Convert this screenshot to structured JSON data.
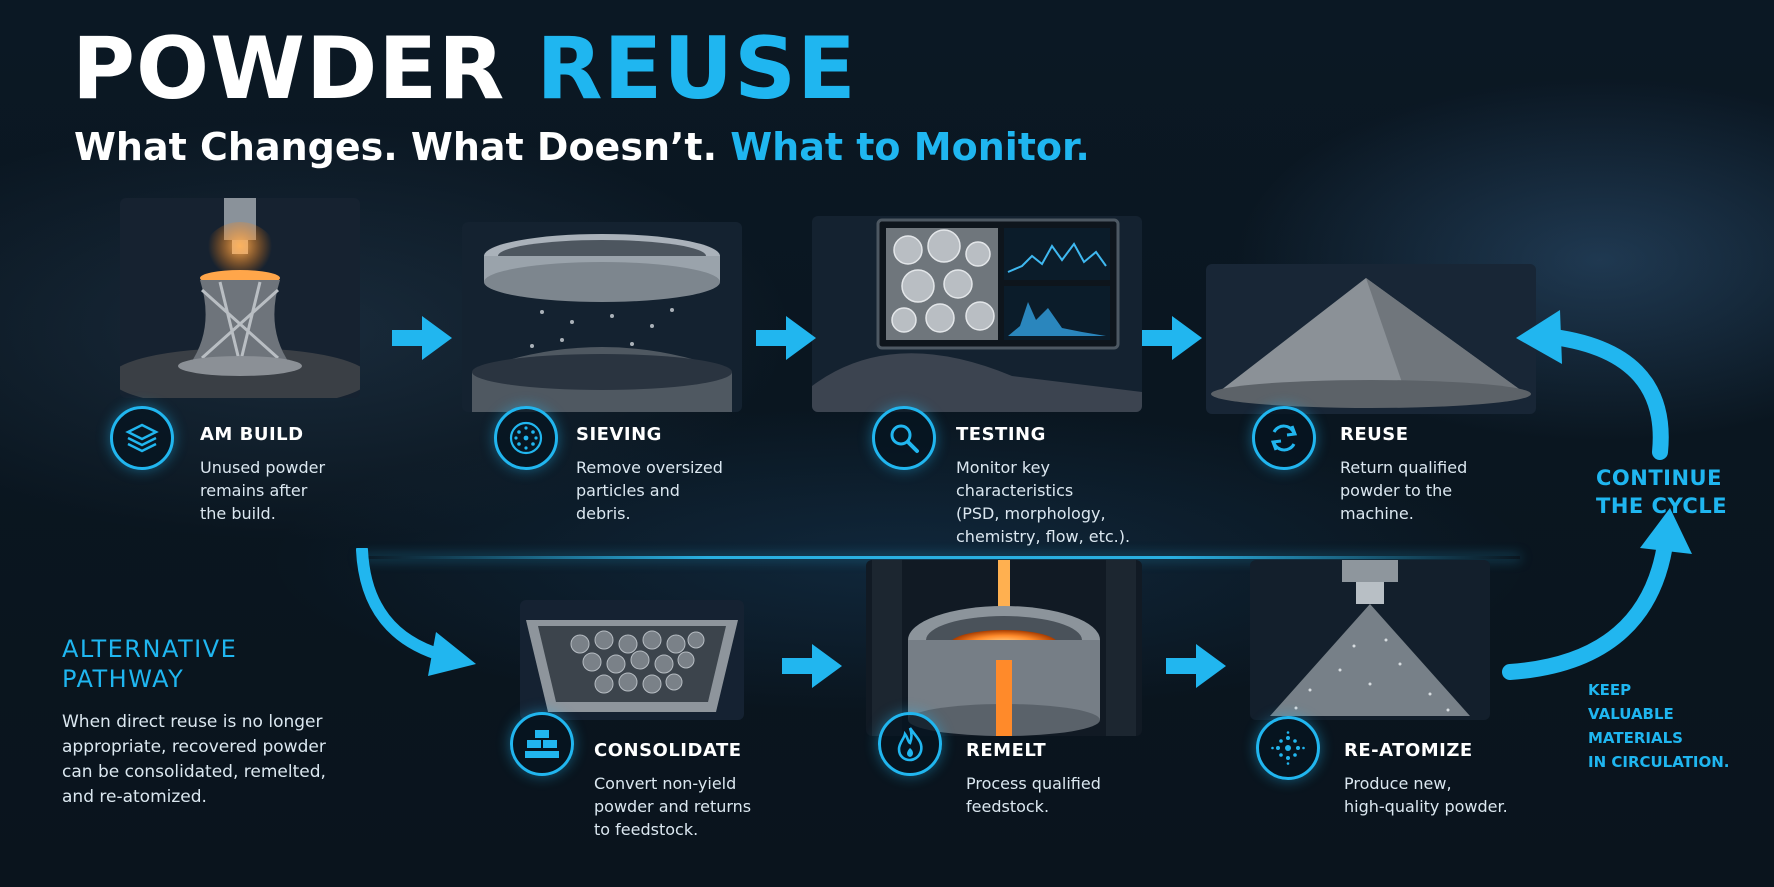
{
  "header": {
    "title_part1": "POWDER",
    "title_part2": "REUSE",
    "subtitle_part1": "What Changes. What Doesn’t.",
    "subtitle_part2": "What to Monitor."
  },
  "top_steps": [
    {
      "title": "AM BUILD",
      "icon": "layers-icon",
      "lines": [
        "Unused powder",
        "remains after",
        "the build."
      ]
    },
    {
      "title": "SIEVING",
      "icon": "particles-icon",
      "lines": [
        "Remove oversized",
        "particles and",
        "debris."
      ]
    },
    {
      "title": "TESTING",
      "icon": "magnifier-icon",
      "lines": [
        "Monitor key",
        "characteristics",
        "(PSD, morphology,",
        "chemistry, flow, etc.)."
      ]
    },
    {
      "title": "REUSE",
      "icon": "refresh-icon",
      "lines": [
        "Return qualified",
        "powder to the",
        "machine."
      ]
    }
  ],
  "bottom_steps": [
    {
      "title": "CONSOLIDATE",
      "icon": "bricks-icon",
      "lines": [
        "Convert non-yield",
        "powder and returns",
        "to feedstock."
      ]
    },
    {
      "title": "REMELT",
      "icon": "flame-icon",
      "lines": [
        "Process qualified",
        "feedstock."
      ]
    },
    {
      "title": "RE-ATOMIZE",
      "icon": "atomize-icon",
      "lines": [
        "Produce new,",
        "high-quality powder."
      ]
    }
  ],
  "alternative": {
    "title_lines": [
      "ALTERNATIVE",
      "PATHWAY"
    ],
    "lines": [
      "When direct reuse is no longer",
      "appropriate, recovered powder",
      "can be consolidated, remelted,",
      "and re-atomized."
    ]
  },
  "cycle": {
    "continue_lines": [
      "CONTINUE",
      "THE CYCLE"
    ],
    "keep_lines": [
      "KEEP",
      "VALUABLE",
      "MATERIALS",
      "IN CIRCULATION."
    ]
  },
  "colors": {
    "accent": "#1fb6f0",
    "background": "#0a1620",
    "text": "#ffffff",
    "body_text": "#dbe7f0"
  }
}
